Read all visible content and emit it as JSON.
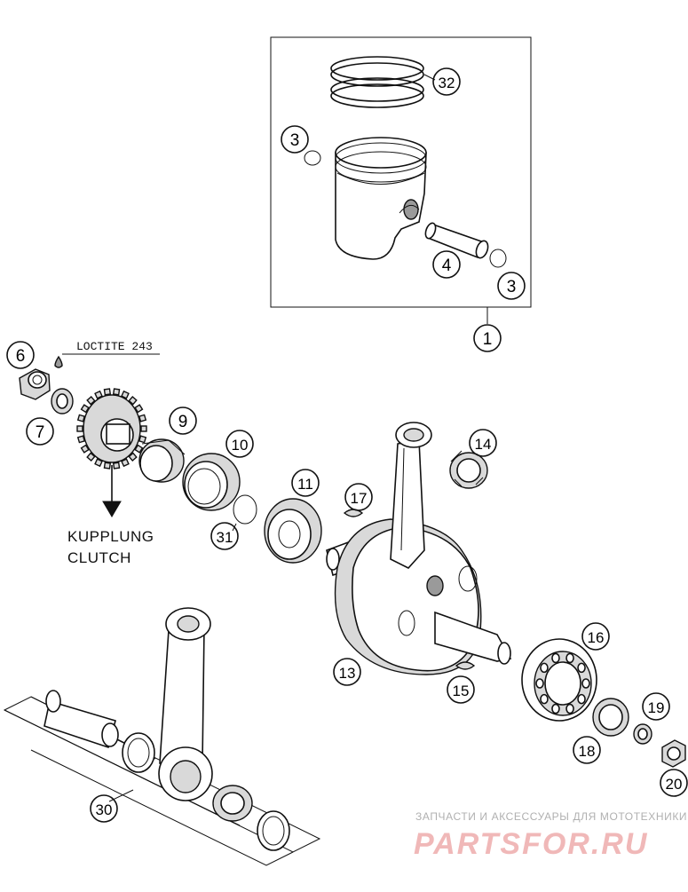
{
  "callouts": [
    "1",
    "3",
    "3",
    "4",
    "32",
    "6",
    "7",
    "9",
    "10",
    "11",
    "13",
    "14",
    "15",
    "16",
    "17",
    "18",
    "19",
    "20",
    "30",
    "31"
  ],
  "notes": {
    "loctite": "LOCTITE 243",
    "kupplung": "KUPPLUNG",
    "clutch": "CLUTCH"
  },
  "watermark": {
    "subtitle": "ЗАПЧАСТИ И АКСЕССУАРЫ ДЛЯ МОТОТЕХНИКИ",
    "brand": "PARTSFOR.RU"
  }
}
